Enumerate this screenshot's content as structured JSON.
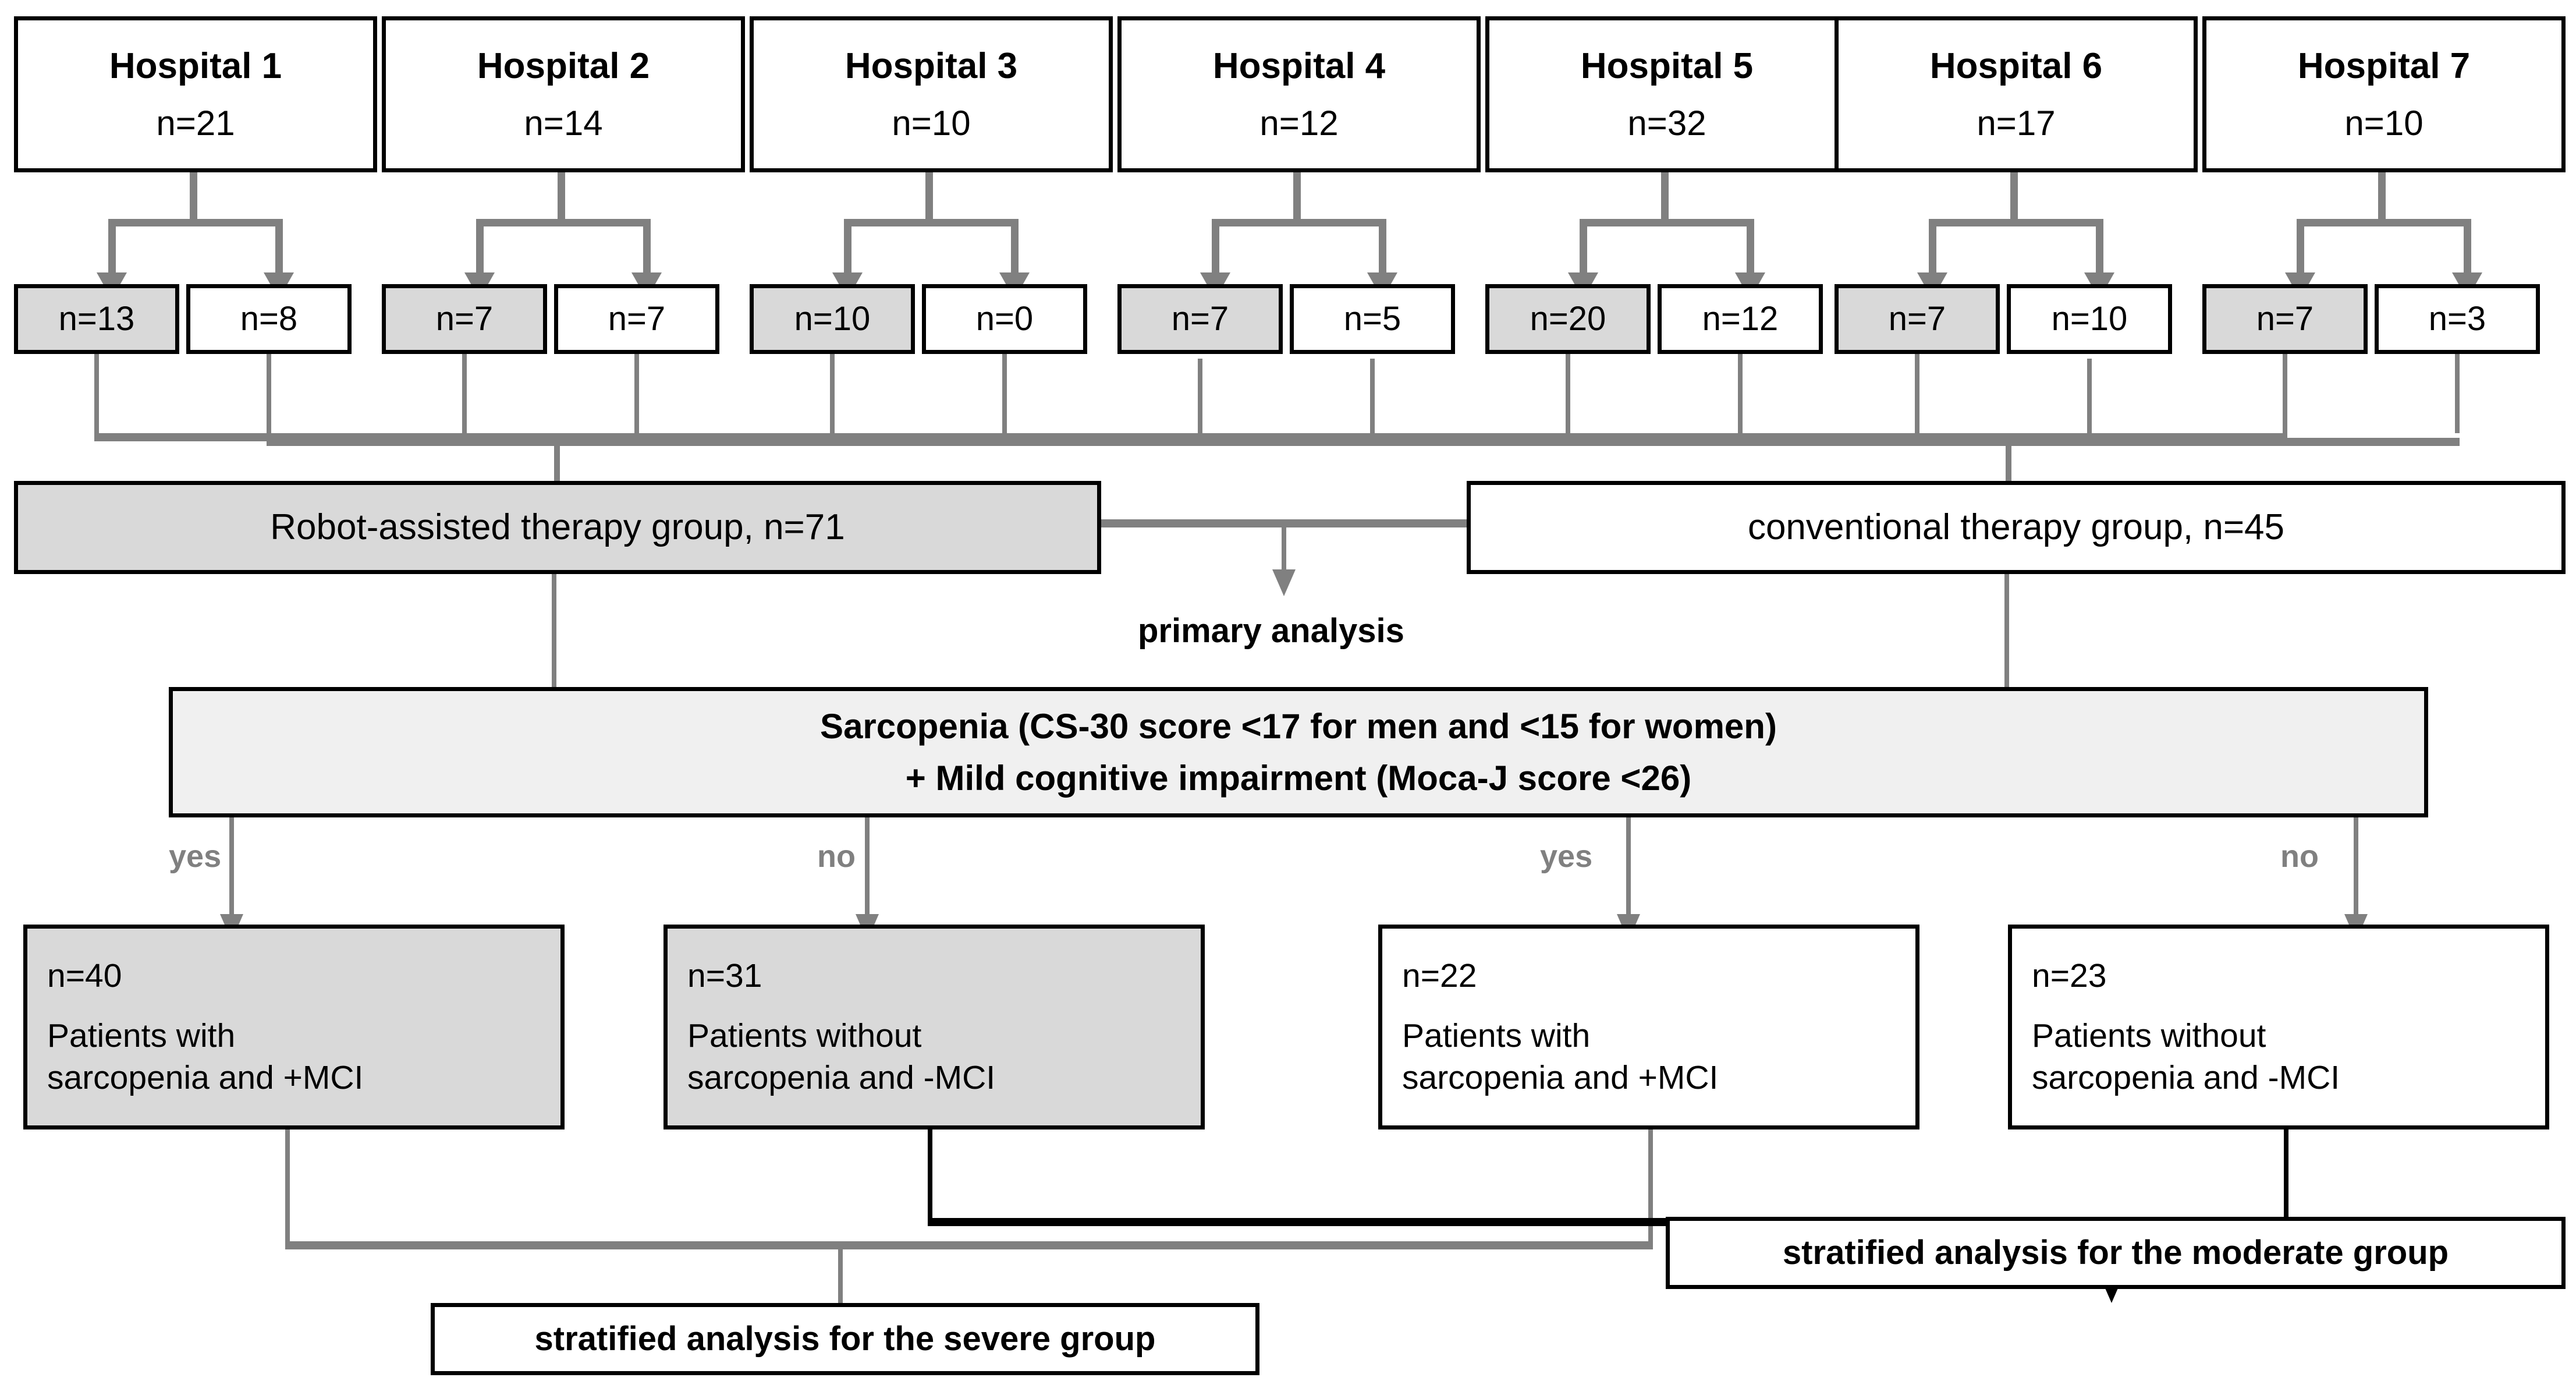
{
  "diagram": {
    "title": "Study flow diagram",
    "colors": {
      "shaded_fill": "#d9d9d9",
      "light_fill": "#f0f0f0",
      "white_fill": "#ffffff",
      "border": "#000000",
      "gray_connector": "#808080",
      "black_connector": "#000000"
    },
    "hospitals": [
      {
        "name": "Hospital 1",
        "n": "n=21",
        "robot": "n=13",
        "conventional": "n=8"
      },
      {
        "name": "Hospital 2",
        "n": "n=14",
        "robot": "n=7",
        "conventional": "n=7"
      },
      {
        "name": "Hospital 3",
        "n": "n=10",
        "robot": "n=10",
        "conventional": "n=0"
      },
      {
        "name": "Hospital 4",
        "n": "n=12",
        "robot": "n=7",
        "conventional": "n=5"
      },
      {
        "name": "Hospital 5",
        "n": "n=32",
        "robot": "n=20",
        "conventional": "n=12"
      },
      {
        "name": "Hospital 6",
        "n": "n=17",
        "robot": "n=7",
        "conventional": "n=10"
      },
      {
        "name": "Hospital 7",
        "n": "n=10",
        "robot": "n=7",
        "conventional": "n=3"
      }
    ],
    "groups": {
      "robot": "Robot-assisted therapy group, n=71",
      "conventional": "conventional therapy group, n=45"
    },
    "primary_analysis": "primary analysis",
    "criteria": {
      "line1": "Sarcopenia (CS-30 score <17 for men and <15 for women)",
      "line2": "+ Mild cognitive impairment (Moca-J score <26)"
    },
    "branch_labels": {
      "yes": "yes",
      "no": "no"
    },
    "outcomes": [
      {
        "n": "n=40",
        "line1": "Patients with",
        "line2": "sarcopenia and +MCI",
        "shaded": true
      },
      {
        "n": "n=31",
        "line1": "Patients without",
        "line2": "sarcopenia and -MCI",
        "shaded": true
      },
      {
        "n": "n=22",
        "line1": "Patients with",
        "line2": "sarcopenia and +MCI",
        "shaded": false
      },
      {
        "n": "n=23",
        "line1": "Patients without",
        "line2": "sarcopenia and -MCI",
        "shaded": false
      }
    ],
    "stratified": {
      "severe": "stratified analysis for the severe group",
      "moderate": "stratified analysis for the moderate group"
    }
  }
}
